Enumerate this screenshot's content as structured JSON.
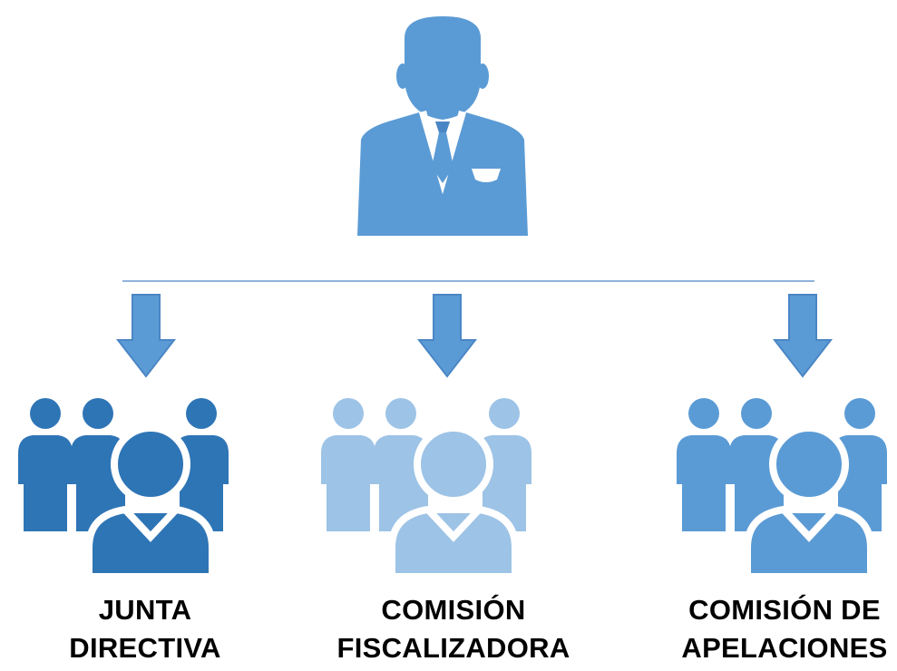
{
  "colors": {
    "leader": "#5b9bd5",
    "group_dark": "#2e75b6",
    "group_light": "#9dc3e6",
    "group_mid": "#5b9bd5",
    "arrow_fill": "#5b9bd5",
    "arrow_stroke": "#4a86c5",
    "line": "#8fb2dc"
  },
  "icons": {
    "leader": "businessman-icon",
    "group": "team-group-icon",
    "arrow": "down-arrow-icon"
  },
  "groups": [
    {
      "line1": "JUNTA",
      "line2": "DIRECTIVA"
    },
    {
      "line1": "COMISIÓN",
      "line2": "FISCALIZADORA"
    },
    {
      "line1": "COMISIÓN DE",
      "line2": "APELACIONES"
    }
  ]
}
